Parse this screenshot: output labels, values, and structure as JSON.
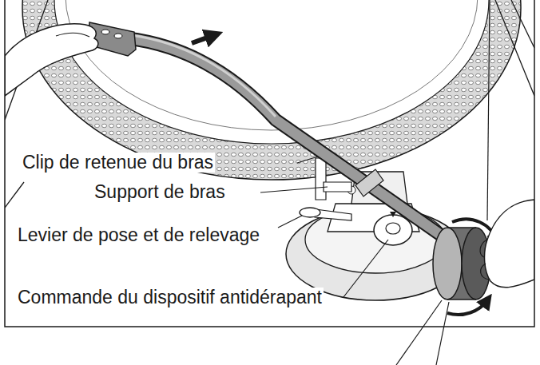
{
  "diagram": {
    "labels": [
      "Clip de retenue du bras",
      "Support de bras",
      "Levier de pose et de relevage",
      "Commande du dispositif antidérapant"
    ]
  }
}
